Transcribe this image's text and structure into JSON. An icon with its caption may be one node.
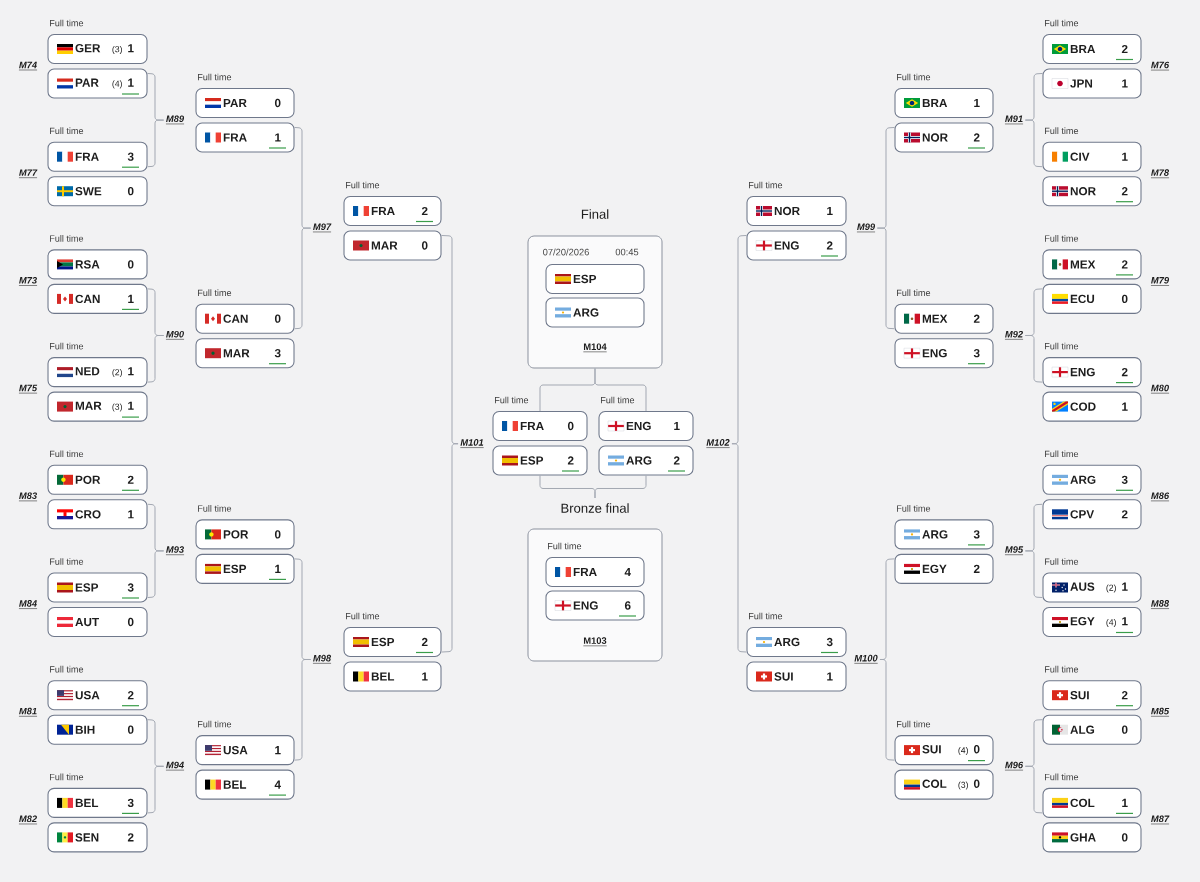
{
  "diagram": {
    "nodes": [
      {
        "text": [
          "GER",
          "(3)",
          "1"
        ],
        "beside": [
          "Full time"
        ]
      },
      {
        "text": [
          "PAR",
          "(4)",
          "1"
        ]
      },
      {
        "text": [
          "FRA",
          "3"
        ],
        "beside": [
          "Full time"
        ]
      },
      {
        "text": [
          "SWE",
          "0"
        ]
      },
      {
        "text": [
          "RSA",
          "0"
        ],
        "beside": [
          "Full time"
        ]
      },
      {
        "text": [
          "CAN",
          "1"
        ]
      },
      {
        "text": [
          "NED",
          "(2)",
          "1"
        ],
        "beside": [
          "Full time"
        ]
      },
      {
        "text": [
          "MAR",
          "(3)",
          "1"
        ]
      },
      {
        "text": [
          "POR",
          "2"
        ],
        "beside": [
          "Full time"
        ]
      },
      {
        "text": [
          "CRO",
          "1"
        ]
      },
      {
        "text": [
          "ESP",
          "3"
        ],
        "beside": [
          "Full time"
        ]
      },
      {
        "text": [
          "AUT",
          "0"
        ]
      },
      {
        "text": [
          "USA",
          "2"
        ],
        "beside": [
          "Full time"
        ]
      },
      {
        "text": [
          "BIH",
          "0"
        ]
      },
      {
        "text": [
          "BEL",
          "3"
        ],
        "beside": [
          "Full time"
        ]
      },
      {
        "text": [
          "SEN",
          "2"
        ]
      },
      {
        "text": [
          "M89"
        ]
      },
      {
        "text": [
          "M90"
        ]
      },
      {
        "text": [
          "M93"
        ]
      },
      {
        "text": [
          "M94"
        ]
      },
      {
        "text": [
          "PAR",
          "0"
        ],
        "beside": [
          "Full time"
        ]
      },
      {
        "text": [
          "FRA",
          "1"
        ]
      },
      {
        "text": [
          "CAN",
          "0"
        ],
        "beside": [
          "Full time"
        ]
      },
      {
        "text": [
          "MAR",
          "3"
        ]
      },
      {
        "text": [
          "POR",
          "0"
        ],
        "beside": [
          "Full time"
        ]
      },
      {
        "text": [
          "ESP",
          "1"
        ]
      },
      {
        "text": [
          "USA",
          "1"
        ],
        "beside": [
          "Full time"
        ]
      },
      {
        "text": [
          "BEL",
          "4"
        ]
      },
      {
        "text": [
          "M97"
        ]
      },
      {
        "text": [
          "M98"
        ]
      },
      {
        "text": [
          "FRA",
          "2"
        ],
        "beside": [
          "Full time"
        ]
      },
      {
        "text": [
          "MAR",
          "0"
        ]
      },
      {
        "text": [
          "ESP",
          "2"
        ],
        "beside": [
          "Full time"
        ]
      },
      {
        "text": [
          "BEL",
          "1"
        ]
      },
      {
        "text": [
          "M101"
        ]
      },
      {
        "text": [
          "Final",
          "07/20/2026",
          "00:45",
          "M104"
        ]
      },
      {
        "text": [
          "ESP"
        ],
        "in": 35
      },
      {
        "text": [
          "ARG"
        ],
        "in": 35
      },
      {
        "text": [
          "FRA",
          "0"
        ],
        "beside": [
          "Full time"
        ]
      },
      {
        "text": [
          "ESP",
          "2"
        ]
      },
      {
        "text": [
          "ENG",
          "1"
        ],
        "beside": [
          "Full time"
        ]
      },
      {
        "text": [
          "ARG",
          "2"
        ]
      },
      {
        "text": [
          "Bronze final",
          "M103"
        ]
      },
      {
        "text": [
          "FRA",
          "4"
        ],
        "beside": [
          "Full time"
        ],
        "in": 42
      },
      {
        "text": [
          "ENG",
          "6"
        ],
        "in": 42
      },
      {
        "text": [
          "M102"
        ]
      },
      {
        "text": [
          "NOR",
          "1"
        ],
        "beside": [
          "Full time"
        ]
      },
      {
        "text": [
          "ENG",
          "2"
        ]
      },
      {
        "text": [
          "ARG",
          "3"
        ],
        "beside": [
          "Full time"
        ]
      },
      {
        "text": [
          "SUI",
          "1"
        ]
      },
      {
        "text": [
          "M99"
        ]
      },
      {
        "text": [
          "M100"
        ]
      },
      {
        "text": [
          "BRA",
          "1"
        ],
        "beside": [
          "Full time"
        ]
      },
      {
        "text": [
          "NOR",
          "2"
        ]
      },
      {
        "text": [
          "MEX",
          "2"
        ],
        "beside": [
          "Full time"
        ]
      },
      {
        "text": [
          "ENG",
          "3"
        ]
      },
      {
        "text": [
          "ARG",
          "3"
        ],
        "beside": [
          "Full time"
        ]
      },
      {
        "text": [
          "EGY",
          "2"
        ]
      },
      {
        "text": [
          "SUI",
          "(4)",
          "0"
        ],
        "beside": [
          "Full time"
        ]
      },
      {
        "text": [
          "COL",
          "(3)",
          "0"
        ]
      },
      {
        "text": [
          "M91"
        ]
      },
      {
        "text": [
          "M92"
        ]
      },
      {
        "text": [
          "M95"
        ]
      },
      {
        "text": [
          "M96"
        ]
      },
      {
        "text": [
          "BRA",
          "2"
        ],
        "beside": [
          "Full time"
        ]
      },
      {
        "text": [
          "JPN",
          "1"
        ]
      },
      {
        "text": [
          "CIV",
          "1"
        ],
        "beside": [
          "Full time"
        ]
      },
      {
        "text": [
          "NOR",
          "2"
        ]
      },
      {
        "text": [
          "MEX",
          "2"
        ],
        "beside": [
          "Full time"
        ]
      },
      {
        "text": [
          "ECU",
          "0"
        ]
      },
      {
        "text": [
          "ENG",
          "2"
        ],
        "beside": [
          "Full time"
        ]
      },
      {
        "text": [
          "COD",
          "1"
        ]
      },
      {
        "text": [
          "ARG",
          "3"
        ],
        "beside": [
          "Full time"
        ]
      },
      {
        "text": [
          "CPV",
          "2"
        ]
      },
      {
        "text": [
          "AUS",
          "(2)",
          "1"
        ],
        "beside": [
          "Full time"
        ]
      },
      {
        "text": [
          "EGY",
          "(4)",
          "1"
        ]
      },
      {
        "text": [
          "SUI",
          "2"
        ],
        "beside": [
          "Full time"
        ]
      },
      {
        "text": [
          "ALG",
          "0"
        ]
      },
      {
        "text": [
          "COL",
          "1"
        ],
        "beside": [
          "Full time"
        ]
      },
      {
        "text": [
          "GHA",
          "0"
        ]
      }
    ],
    "edges": [
      {
        "from": 1,
        "to": 16,
        "arrow": "none"
      },
      {
        "from": 2,
        "to": 16,
        "arrow": "none"
      },
      {
        "from": 5,
        "to": 17,
        "arrow": "none"
      },
      {
        "from": 6,
        "to": 17,
        "arrow": "none"
      },
      {
        "from": 9,
        "to": 18,
        "arrow": "none"
      },
      {
        "from": 10,
        "to": 18,
        "arrow": "none"
      },
      {
        "from": 13,
        "to": 19,
        "arrow": "none"
      },
      {
        "from": 14,
        "to": 19,
        "arrow": "none"
      },
      {
        "from": 21,
        "to": 28,
        "arrow": "none"
      },
      {
        "from": 22,
        "to": 28,
        "arrow": "none"
      },
      {
        "from": 25,
        "to": 29,
        "arrow": "none"
      },
      {
        "from": 26,
        "to": 29,
        "arrow": "none"
      },
      {
        "from": 31,
        "to": 34,
        "arrow": "none"
      },
      {
        "from": 32,
        "to": 34,
        "arrow": "none"
      },
      {
        "from": 38,
        "to": 35,
        "arrow": "none"
      },
      {
        "from": 40,
        "to": 35,
        "arrow": "none"
      },
      {
        "from": 39,
        "to": 42,
        "arrow": "none"
      },
      {
        "from": 41,
        "to": 42,
        "arrow": "none"
      },
      {
        "from": 47,
        "to": 45,
        "arrow": "none"
      },
      {
        "from": 48,
        "to": 45,
        "arrow": "none"
      },
      {
        "from": 53,
        "to": 50,
        "arrow": "none"
      },
      {
        "from": 54,
        "to": 50,
        "arrow": "none"
      },
      {
        "from": 57,
        "to": 51,
        "arrow": "none"
      },
      {
        "from": 58,
        "to": 51,
        "arrow": "none"
      },
      {
        "from": 65,
        "to": 60,
        "arrow": "none"
      },
      {
        "from": 66,
        "to": 60,
        "arrow": "none"
      },
      {
        "from": 69,
        "to": 61,
        "arrow": "none"
      },
      {
        "from": 70,
        "to": 61,
        "arrow": "none"
      },
      {
        "from": 73,
        "to": 62,
        "arrow": "none"
      },
      {
        "from": 74,
        "to": 62,
        "arrow": "none"
      },
      {
        "from": 77,
        "to": 63,
        "arrow": "none"
      },
      {
        "from": 78,
        "to": 63,
        "arrow": "none"
      }
    ],
    "labels": [
      "M74",
      "M77",
      "M73",
      "M75",
      "M83",
      "M84",
      "M81",
      "M82",
      "M76",
      "M78",
      "M79",
      "M80",
      "M86",
      "M88",
      "M85",
      "M87"
    ]
  }
}
